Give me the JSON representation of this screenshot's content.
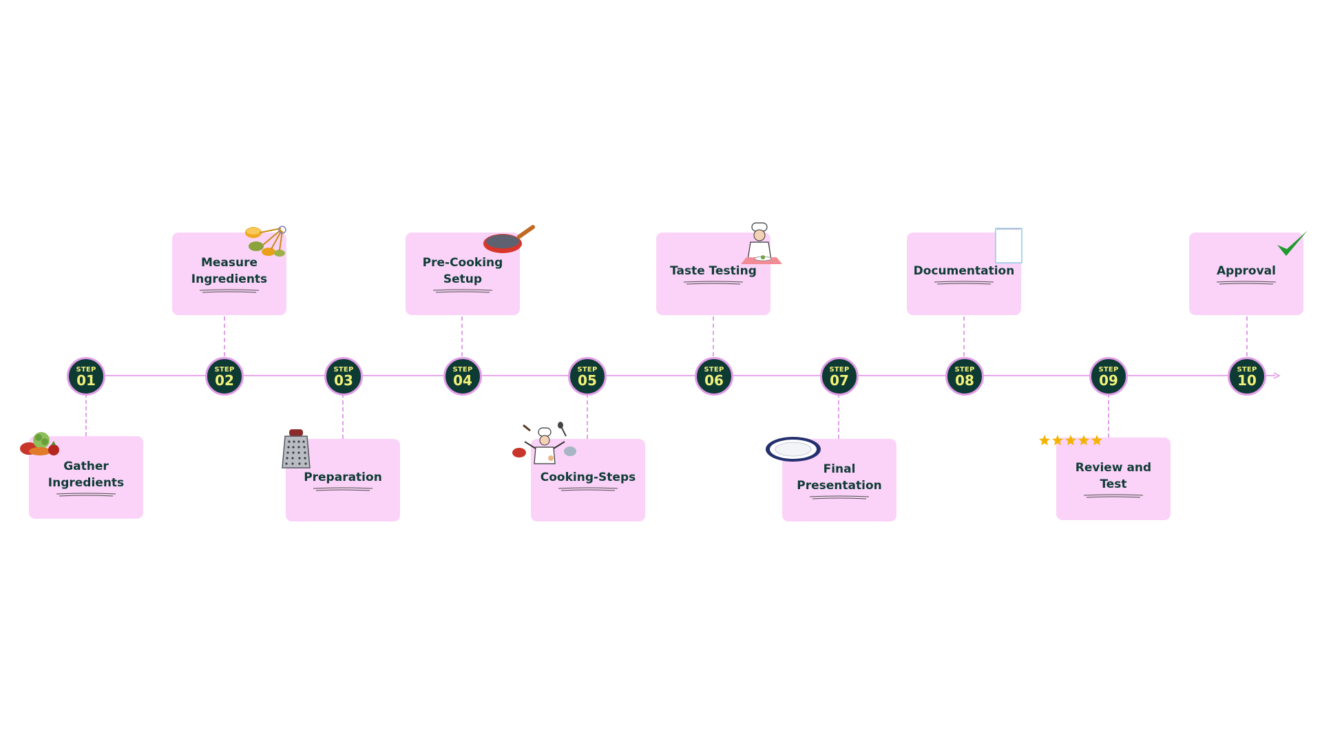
{
  "colors": {
    "circle_fill": "#0d3a33",
    "circle_border": "#e19de9",
    "circle_text": "#f2f27a",
    "card_fill": "#fbd3f8",
    "card_text": "#0f3b36",
    "line": "#e6a6ee"
  },
  "steps": [
    {
      "word": "STEP",
      "num": "01",
      "title": "Gather Ingredients",
      "icon": "vegetables-icon"
    },
    {
      "word": "STEP",
      "num": "02",
      "title": "Measure Ingredients",
      "icon": "measuring-cups-icon"
    },
    {
      "word": "STEP",
      "num": "03",
      "title": "Preparation",
      "icon": "cheese-grater-icon"
    },
    {
      "word": "STEP",
      "num": "04",
      "title": "Pre-Cooking Setup",
      "icon": "frying-pan-icon"
    },
    {
      "word": "STEP",
      "num": "05",
      "title": "Cooking-Steps",
      "icon": "juggling-chef-icon"
    },
    {
      "word": "STEP",
      "num": "06",
      "title": "Taste Testing",
      "icon": "chef-tasting-icon"
    },
    {
      "word": "STEP",
      "num": "07",
      "title": "Final Presentation",
      "icon": "plate-icon"
    },
    {
      "word": "STEP",
      "num": "08",
      "title": "Documentation",
      "icon": "notepad-icon"
    },
    {
      "word": "STEP",
      "num": "09",
      "title": "Review and Test",
      "icon": "five-stars-icon"
    },
    {
      "word": "STEP",
      "num": "10",
      "title": "Approval",
      "icon": "checkmark-icon"
    }
  ]
}
